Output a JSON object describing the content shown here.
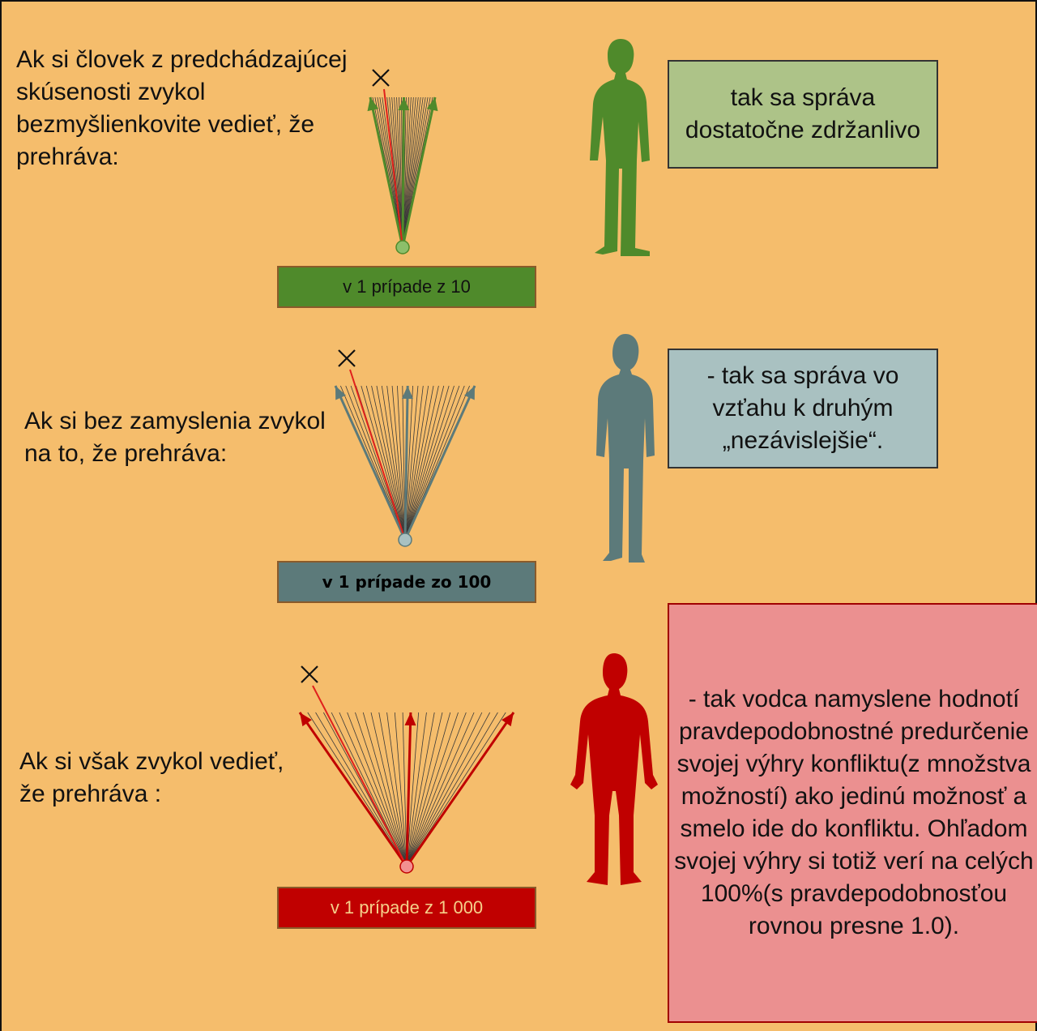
{
  "background_color": "#F5BD6C",
  "scenarios": [
    {
      "prompt": "Ak si človek z predchádzajúcej\nskúsenosti  zvykol\nbezmyšlienkovite vedieť, že\nprehráva:",
      "frequency": "v 1 prípade z 10",
      "outcome": "tak sa správa\ndostatočne zdržanlivo",
      "color": "#4F8A2B",
      "band_color": "#4F8A2B",
      "band_text_color": "#111111",
      "callout_color": "#ADC388",
      "figure_icon": "standing-man-arms-crossed-silhouette",
      "marker_icon": "x-mark-icon"
    },
    {
      "prompt": "Ak si bez zamyslenia zvykol\nna to, že prehráva:",
      "frequency": "v 1 prípade zo 100",
      "outcome": "- tak sa správa vo\nvzťahu k druhým\n„nezávislejšie“.",
      "color": "#5C7A7A",
      "band_color": "#5C7A7A",
      "band_text_color": "#000000",
      "callout_color": "#A9C1C1",
      "figure_icon": "standing-man-hands-in-pockets-silhouette",
      "marker_icon": "x-mark-icon"
    },
    {
      "prompt": "Ak si však zvykol vedieť,\nže prehráva :",
      "frequency": "v 1 prípade z 1 000",
      "outcome": "- tak vodca namyslene hodnotí\npravdepodobnostné predurčenie\nsvojej výhry konfliktu(z množstva\nmožností) ako jedinú možnosť a\nsmelo ide do konfliktu. Ohľadom\nsvojej výhry si totiž verí na celých\n100%(s pravdepodobnosťou\nrovnou presne 1.0).",
      "color": "#C00000",
      "band_color": "#C00000",
      "band_text_color": "#F5D08A",
      "callout_color": "#EB9090",
      "figure_icon": "standing-man-muscular-silhouette",
      "marker_icon": "x-mark-icon"
    }
  ]
}
